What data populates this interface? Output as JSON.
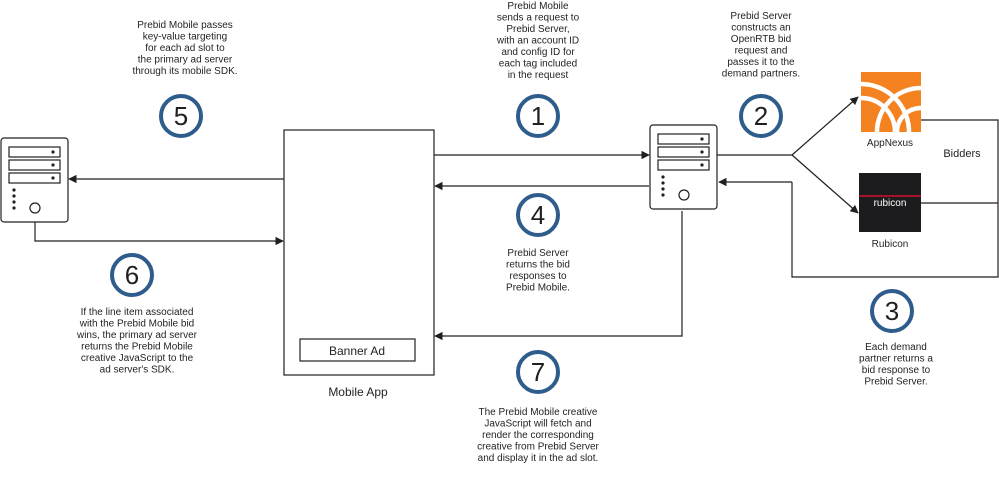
{
  "steps": {
    "s1": {
      "num": "1",
      "lines": [
        "Prebid Mobile",
        "sends a request to",
        "Prebid Server,",
        "with an account ID",
        "and config ID for",
        "each tag included",
        "in the request"
      ]
    },
    "s2": {
      "num": "2",
      "lines": [
        "Prebid Server",
        "constructs an",
        "OpenRTB bid",
        "request and",
        "passes it to the",
        "demand partners."
      ]
    },
    "s3": {
      "num": "3",
      "lines": [
        "Each demand",
        "partner returns a",
        "bid response to",
        "Prebid Server."
      ]
    },
    "s4": {
      "num": "4",
      "lines": [
        "Prebid Server",
        "returns the bid",
        "responses to",
        "Prebid Mobile."
      ]
    },
    "s5": {
      "num": "5",
      "lines": [
        "Prebid Mobile passes",
        "key-value targeting",
        "for each ad slot to",
        "the primary ad server",
        "through its mobile SDK."
      ]
    },
    "s6": {
      "num": "6",
      "lines": [
        "If the line item associated",
        "with the Prebid Mobile bid",
        "wins, the primary ad server",
        "returns the Prebid Mobile",
        "creative JavaScript to the",
        "ad server's SDK."
      ]
    },
    "s7": {
      "num": "7",
      "lines": [
        "The Prebid Mobile creative",
        "JavaScript will fetch and",
        "render the corresponding",
        "creative from Prebid Server",
        "and display it in the ad slot."
      ]
    }
  },
  "labels": {
    "mobile_app": "Mobile App",
    "banner_ad": "Banner Ad",
    "bidders": "Bidders",
    "appnexus": "AppNexus",
    "rubicon": "Rubicon",
    "rubicon_logo": "rubicon"
  },
  "colors": {
    "circle_stroke": "#2e5d8c",
    "appnexus_orange": "#f58220",
    "rubicon_bg": "#1c1c1e",
    "rubicon_accent": "#c8102e"
  }
}
